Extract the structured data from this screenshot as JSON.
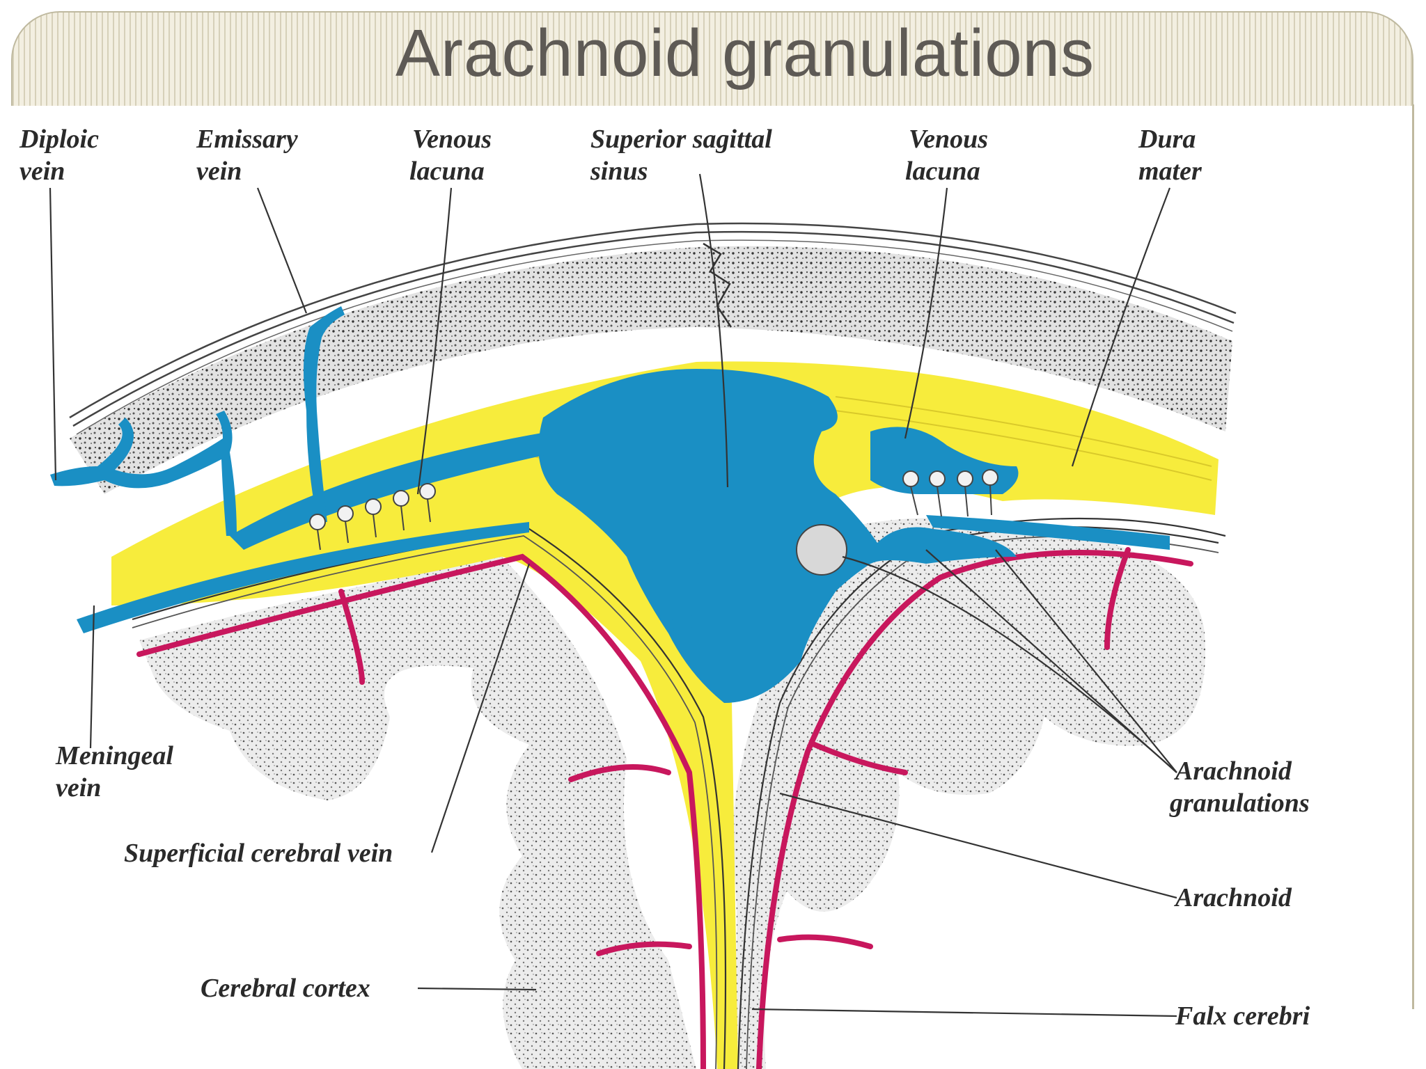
{
  "slide": {
    "title": "Arachnoid granulations"
  },
  "diagram": {
    "colors": {
      "venous_blue": "#1a8fc4",
      "dura_yellow": "#f7ec3c",
      "artery_magenta": "#c8175d",
      "stipple_gray": "#e6e6e6",
      "title_bar_beige": "#f3efe1"
    },
    "labels": {
      "diploic_vein": [
        "Diploic",
        "vein"
      ],
      "emissary_vein": [
        "Emissary",
        "vein"
      ],
      "venous_lacuna_left": [
        "Venous",
        "lacuna"
      ],
      "superior_sagittal_sinus": [
        "Superior sagittal",
        "sinus"
      ],
      "venous_lacuna_right": [
        "Venous",
        "lacuna"
      ],
      "dura_mater": [
        "Dura",
        "mater"
      ],
      "meningeal_vein": [
        "Meningeal",
        "vein"
      ],
      "superficial_cerebral_vein": "Superficial cerebral vein",
      "arachnoid_granulations": [
        "Arachnoid",
        "granulations"
      ],
      "arachnoid": "Arachnoid",
      "cerebral_cortex": "Cerebral cortex",
      "falx_cerebri": "Falx cerebri"
    }
  }
}
